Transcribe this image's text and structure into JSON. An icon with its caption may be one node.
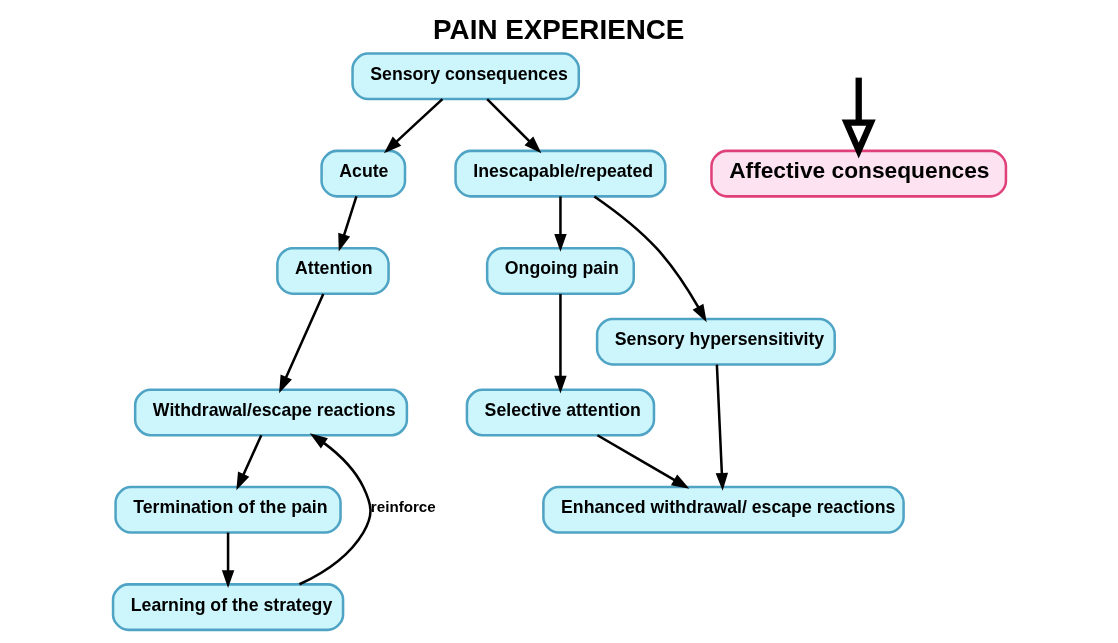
{
  "diagram": {
    "title": "PAIN EXPERIENCE",
    "nodes": [
      {
        "text": [
          "Sensory consequences"
        ]
      },
      {
        "text": [
          "Acute"
        ]
      },
      {
        "text": [
          "Attention"
        ]
      },
      {
        "text": [
          "Withdrawal/escape reactions"
        ]
      },
      {
        "text": [
          "Termination of the pain"
        ]
      },
      {
        "text": [
          "Learning of the strategy"
        ]
      },
      {
        "text": [
          "Inescapable/repeated"
        ]
      },
      {
        "text": [
          "Ongoing pain"
        ]
      },
      {
        "text": [
          "Sensory hypersensitivity"
        ]
      },
      {
        "text": [
          "Selective attention"
        ]
      },
      {
        "text": [
          "Enhanced withdrawal/ escape reactions"
        ]
      },
      {
        "text": [
          "Affective consequences"
        ]
      }
    ],
    "edges": [
      {
        "from": 0,
        "to": 1,
        "arrow": "to"
      },
      {
        "from": 0,
        "to": 6,
        "arrow": "to"
      },
      {
        "from": 1,
        "to": 2,
        "arrow": "to"
      },
      {
        "from": 2,
        "to": 3,
        "arrow": "to"
      },
      {
        "from": 3,
        "to": 4,
        "arrow": "to"
      },
      {
        "from": 4,
        "to": 5,
        "arrow": "to"
      },
      {
        "from": 5,
        "to": 3,
        "arrow": "to",
        "label": "reinforce"
      },
      {
        "from": 6,
        "to": 7,
        "arrow": "to"
      },
      {
        "from": 6,
        "to": 8,
        "arrow": "to"
      },
      {
        "from": 7,
        "to": 9,
        "arrow": "to"
      },
      {
        "from": 8,
        "to": 10,
        "arrow": "to"
      },
      {
        "from": 9,
        "to": 10,
        "arrow": "to"
      },
      {
        "from": null,
        "to": 11,
        "arrow": "to",
        "style": "thick"
      }
    ]
  }
}
